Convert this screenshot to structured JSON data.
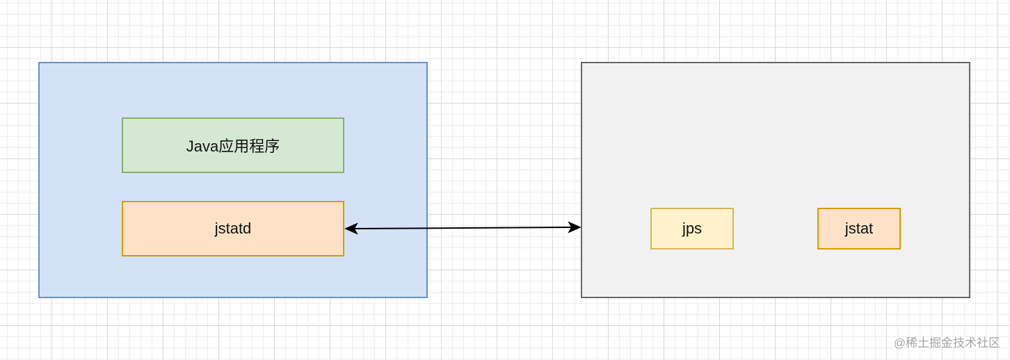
{
  "diagram": {
    "nodes": {
      "java_app": "Java应用程序",
      "jstatd": "jstatd",
      "jps": "jps",
      "jstat": "jstat"
    },
    "edges": [
      {
        "from": "jstatd",
        "to": "right-container",
        "style": "bidirectional-arrow"
      }
    ]
  },
  "watermark": "@稀土掘金技术社区",
  "colors": {
    "left_container_fill": "#d4e2f8",
    "left_container_stroke": "#6c8ebf",
    "right_container_fill": "#f2f2f2",
    "right_container_stroke": "#666666",
    "java_fill": "#d5e8d4",
    "java_stroke": "#82b366",
    "jstatd_fill": "#fde2c8",
    "jstatd_stroke": "#d79b00",
    "jps_fill": "#fff2cc",
    "jps_stroke": "#d6b656",
    "jstat_fill": "#fde2c8",
    "jstat_stroke": "#d79b00"
  }
}
